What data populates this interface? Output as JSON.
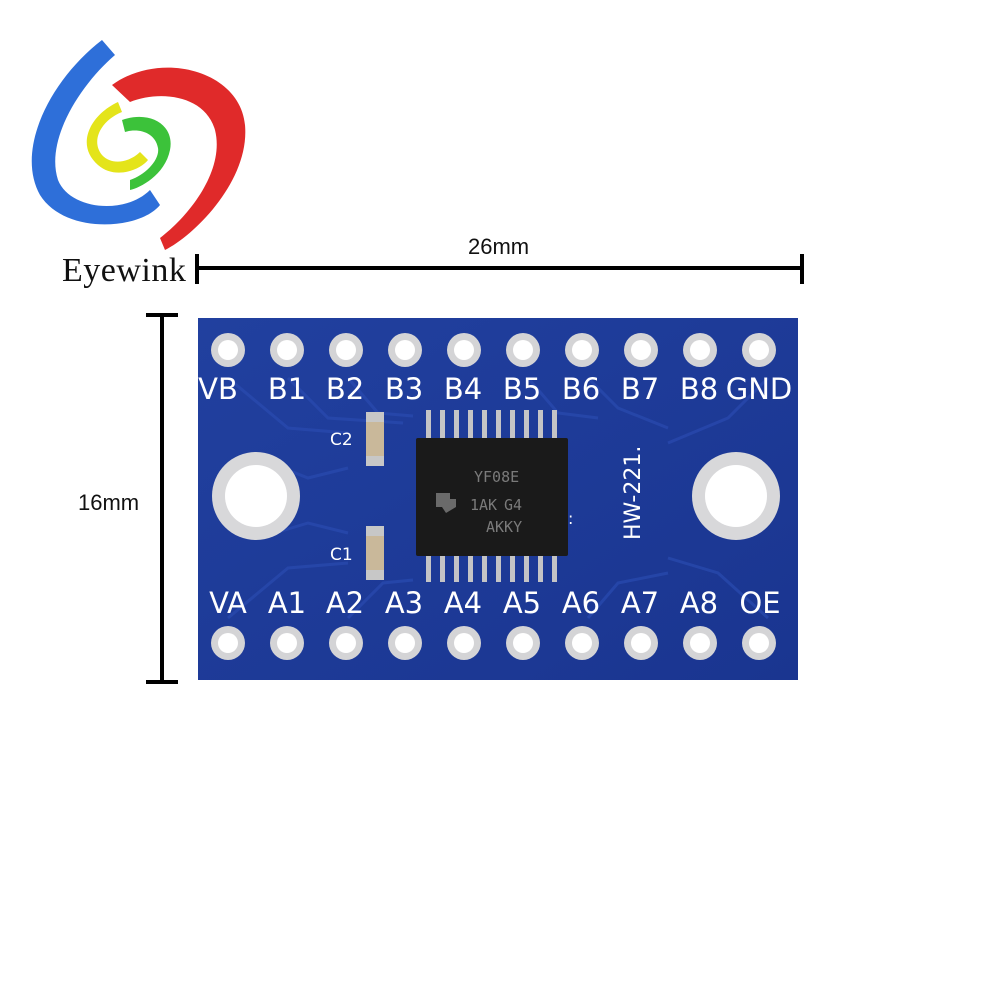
{
  "brand": {
    "name": "Eyewink"
  },
  "dimensions": {
    "width_label": "26mm",
    "height_label": "16mm"
  },
  "board": {
    "model_label": "HW-221.",
    "top_pins": [
      "VB",
      "B1",
      "B2",
      "B3",
      "B4",
      "B5",
      "B6",
      "B7",
      "B8",
      "GND"
    ],
    "bottom_pins": [
      "VA",
      "A1",
      "A2",
      "A3",
      "A4",
      "A5",
      "A6",
      "A7",
      "A8",
      "OE"
    ],
    "capacitors": [
      "C2",
      "C1"
    ],
    "chip": {
      "line1": "YF08E",
      "line2": "1AK",
      "line2_small": "G4",
      "line3": "AKKY"
    },
    "colors": {
      "pcb": "#1e3a9a",
      "pad": "#d4d4d6",
      "chip": "#1a1a1a"
    }
  }
}
